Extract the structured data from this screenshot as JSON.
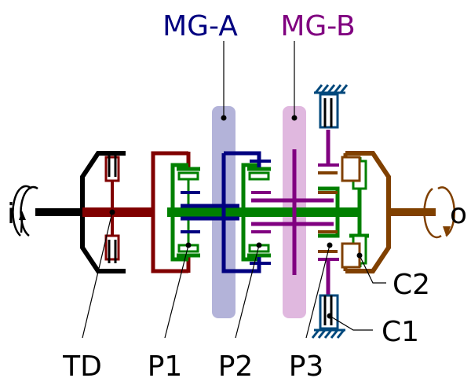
{
  "labels": {
    "mg_a": "MG-A",
    "mg_b": "MG-B",
    "input": "i",
    "output": "o",
    "td": "TD",
    "p1": "P1",
    "p2": "P2",
    "p3": "P3",
    "c1": "C1",
    "c2": "C2"
  },
  "colors": {
    "black": "#000000",
    "dark_red": "#800000",
    "green": "#008000",
    "navy": "#000080",
    "purple": "#800080",
    "brown": "#804000",
    "mg_a_band": "#b3b3d9",
    "mg_b_band": "#e0b8df",
    "ground": "#00487c",
    "ground_fill": "#ffffff"
  }
}
